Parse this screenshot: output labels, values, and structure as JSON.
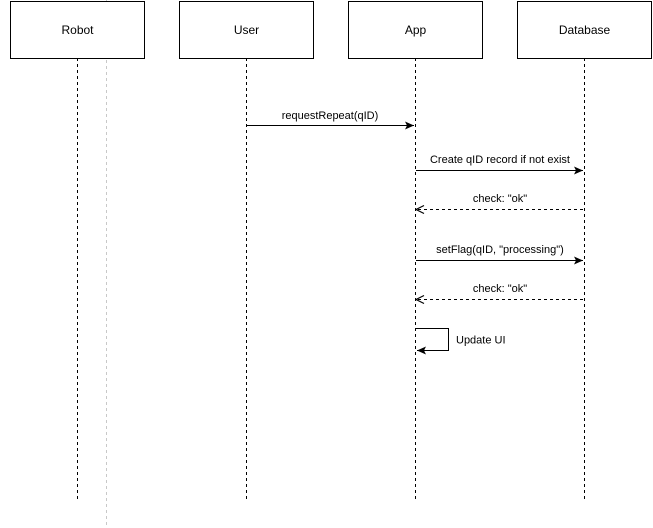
{
  "participants": [
    {
      "id": "robot",
      "label": "Robot"
    },
    {
      "id": "user",
      "label": "User"
    },
    {
      "id": "app",
      "label": "App"
    },
    {
      "id": "database",
      "label": "Database"
    }
  ],
  "messages": [
    {
      "id": "request-repeat",
      "from": "user",
      "to": "app",
      "label": "requestRepeat(qID)",
      "style": "solid"
    },
    {
      "id": "create-record",
      "from": "app",
      "to": "database",
      "label": "Create qID record if not exist",
      "style": "solid"
    },
    {
      "id": "check-ok-1",
      "from": "database",
      "to": "app",
      "label": "check: \"ok\"",
      "style": "dashed"
    },
    {
      "id": "set-flag",
      "from": "app",
      "to": "database",
      "label": "setFlag(qID, \"processing\")",
      "style": "solid"
    },
    {
      "id": "check-ok-2",
      "from": "database",
      "to": "app",
      "label": "check: \"ok\"",
      "style": "dashed"
    },
    {
      "id": "update-ui",
      "from": "app",
      "to": "app",
      "label": "Update UI",
      "style": "self"
    }
  ],
  "colors": {
    "line": "#000000",
    "guide": "#c8c8c8",
    "background": "#ffffff"
  }
}
